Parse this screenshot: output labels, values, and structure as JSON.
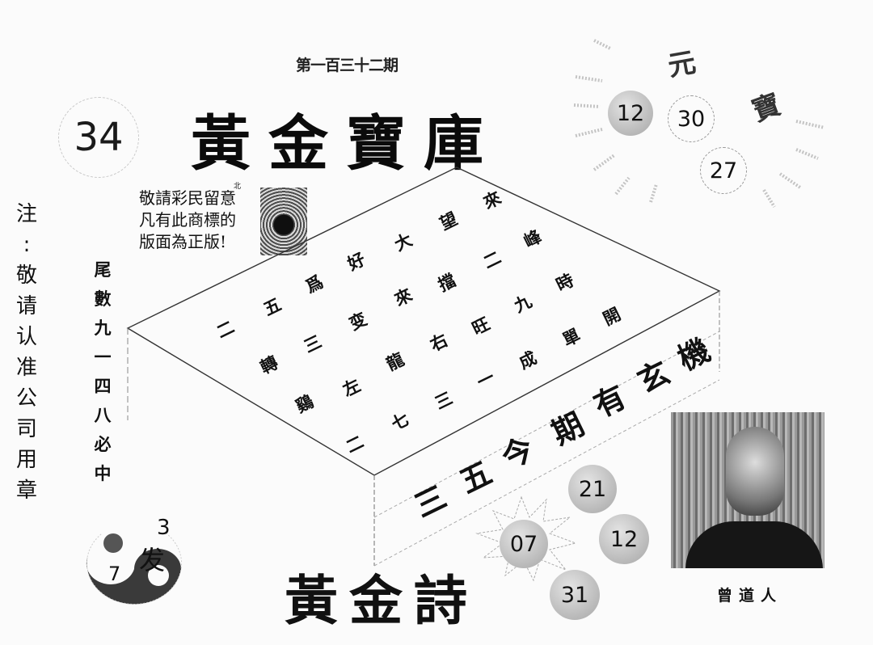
{
  "header": {
    "issue": "第一百三十二期",
    "badge_number": "34",
    "title": "黃金寶庫"
  },
  "notice": {
    "superscript": "北",
    "lines": [
      "敬請彩民留意",
      "凡有此商標的",
      "版面為正版!"
    ]
  },
  "side_note": {
    "chars": [
      "注",
      ":",
      "敬",
      "请",
      "认",
      "准",
      "公",
      "司",
      "用",
      "章"
    ]
  },
  "tail_hint": {
    "chars": [
      "尾",
      "數",
      "九",
      "一",
      "四",
      "八",
      "必",
      "中"
    ]
  },
  "top_right": {
    "chars": [
      "元",
      "寶"
    ],
    "balls": [
      {
        "value": "12",
        "style": "shaded"
      },
      {
        "value": "30",
        "style": "outline"
      },
      {
        "value": "27",
        "style": "outline"
      }
    ]
  },
  "poem_grid": {
    "rows": [
      [
        "二",
        "五",
        "爲",
        "好",
        "大",
        "望",
        "來"
      ],
      [
        "轉",
        "三",
        "变",
        "來",
        "擋",
        "二",
        "峰"
      ],
      [
        "鷄",
        "左",
        "龍",
        "右",
        "旺",
        "九",
        "時"
      ],
      [
        "二",
        "七",
        "三",
        "一",
        "成",
        "單",
        "開"
      ]
    ]
  },
  "slogan": "三五今期有玄機",
  "poem_title": "黃金詩",
  "bottom_balls": [
    {
      "value": "21",
      "style": "shaded"
    },
    {
      "value": "07",
      "style": "shaded-burst"
    },
    {
      "value": "12",
      "style": "shaded"
    },
    {
      "value": "31",
      "style": "shaded"
    }
  ],
  "yinyang": {
    "char": "发",
    "top_number": "3",
    "left_number": "7"
  },
  "portrait": {
    "caption": "曾道人"
  }
}
